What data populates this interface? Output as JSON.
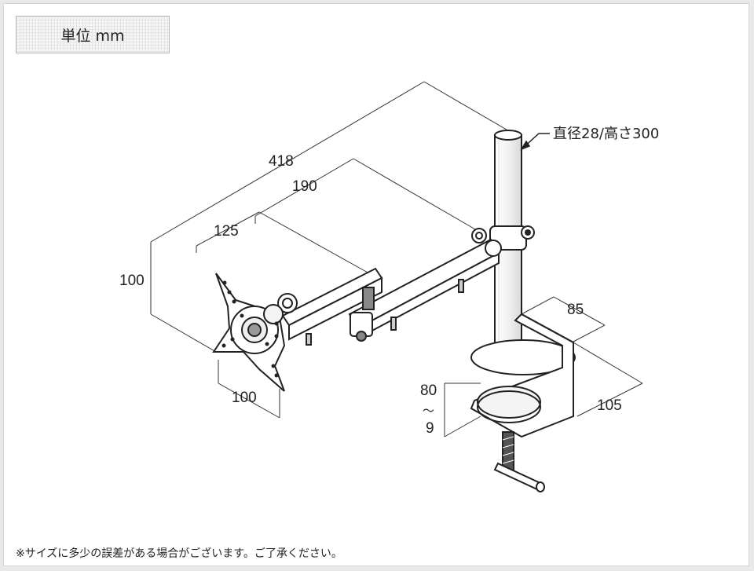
{
  "unit_label": "単位 mm",
  "dimensions": {
    "overall_length": "418",
    "arm_segment_2": "190",
    "arm_segment_1": "125",
    "height": "100",
    "vesa_width": "100",
    "clamp_depth": "85",
    "clamp_length": "105",
    "clamp_opening_top": "80",
    "clamp_opening_tilde": "～",
    "clamp_opening_bottom": "9"
  },
  "pole_callout": "直径28/高さ300",
  "footer_note": "※サイズに多少の誤差がある場合がございます。ご了承ください。"
}
